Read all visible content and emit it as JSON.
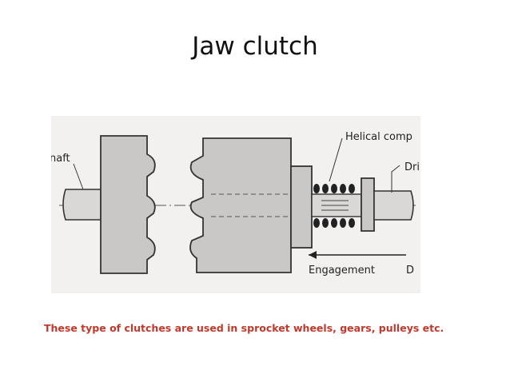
{
  "slide": {
    "title": "Jaw clutch",
    "caption": "These type of clutches are used in sprocket wheels, gears, pulleys etc.",
    "caption_color": "#c0392b"
  },
  "diagram": {
    "labels": {
      "shaft": "naft",
      "spring": "Helical comp",
      "driver": "Dri",
      "engagement": "Engagement",
      "edge": "D"
    }
  }
}
